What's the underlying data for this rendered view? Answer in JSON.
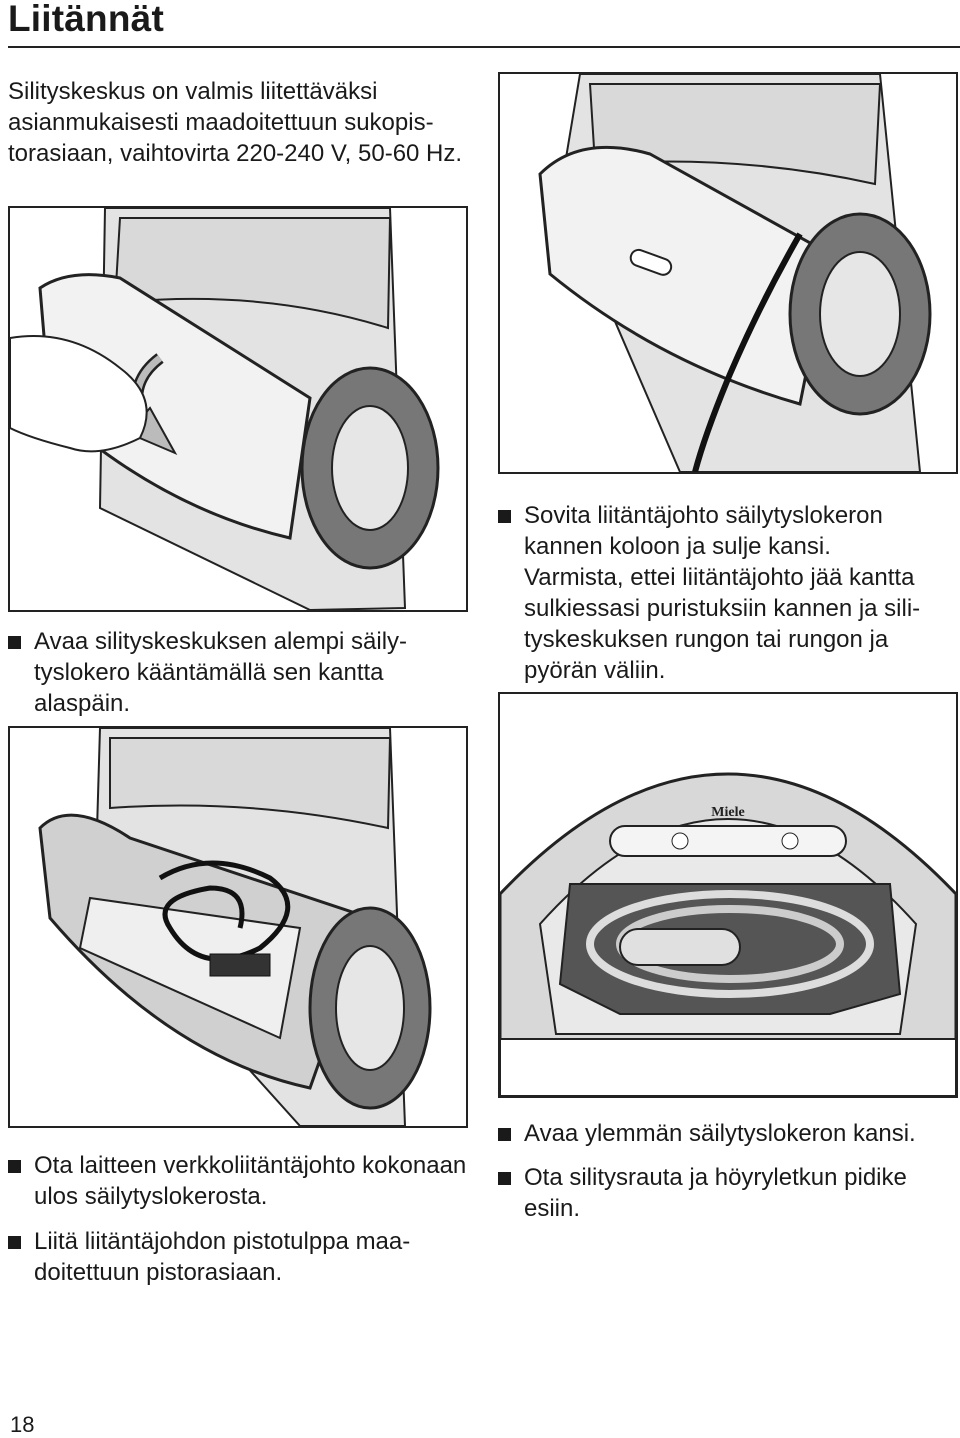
{
  "page": {
    "title": "Liitännät",
    "intro": "Silityskeskus on valmis liitettäväksi asianmukaisesti maadoitettuun sukopis­torasiaan, vaihtovirta 220-240 V, 50-60 Hz.",
    "page_number": "18"
  },
  "steps": {
    "step1": "Avaa silityskeskuksen alempi säily­tyslokero kääntämällä sen kantta alaspäin.",
    "step2": "Sovita liitäntäjohto säilytyslokeron kannen koloon ja sulje kansi.",
    "step2_note": "Varmista, ettei liitäntäjohto jää kantta sulkiessasi puristuksiin kannen ja sili­tyskeskuksen rungon tai rungon ja pyörän väliin.",
    "step3": "Ota laitteen verkkoliitäntäjohto koko­naan ulos säilytyslokerosta.",
    "step4": "Liitä liitäntäjohdon pistotulppa maa­doitettuun pistorasiaan.",
    "step5": "Avaa ylemmän säilytyslokeron kansi.",
    "step6": "Ota silitysrauta ja höyryletkun pidike esiin."
  },
  "figures": {
    "brand_logo": "Miele"
  }
}
